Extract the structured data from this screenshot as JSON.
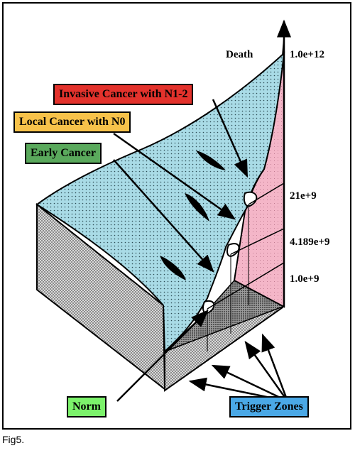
{
  "caption": "Fig5.",
  "axis_labels": {
    "death": "Death",
    "v1": "1.0e+12",
    "v2": "21e+9",
    "v3": "4.189e+9",
    "v4": "1.0e+9"
  },
  "stage_labels": {
    "invasive": "Invasive Cancer with N1-2",
    "local": "Local Cancer with N0",
    "early": "Early Cancer",
    "norm": "Norm",
    "trigger": "Trigger Zones"
  },
  "colors": {
    "surface": "#a9dbe6",
    "side_pink": "#f4b6c8",
    "invasive_box": "#e3322c",
    "local_box": "#f7c24a",
    "early_box": "#5aa95c",
    "norm_box": "#7cf26b",
    "trigger_box": "#4aa8e6",
    "invasive_text": "#000000"
  }
}
